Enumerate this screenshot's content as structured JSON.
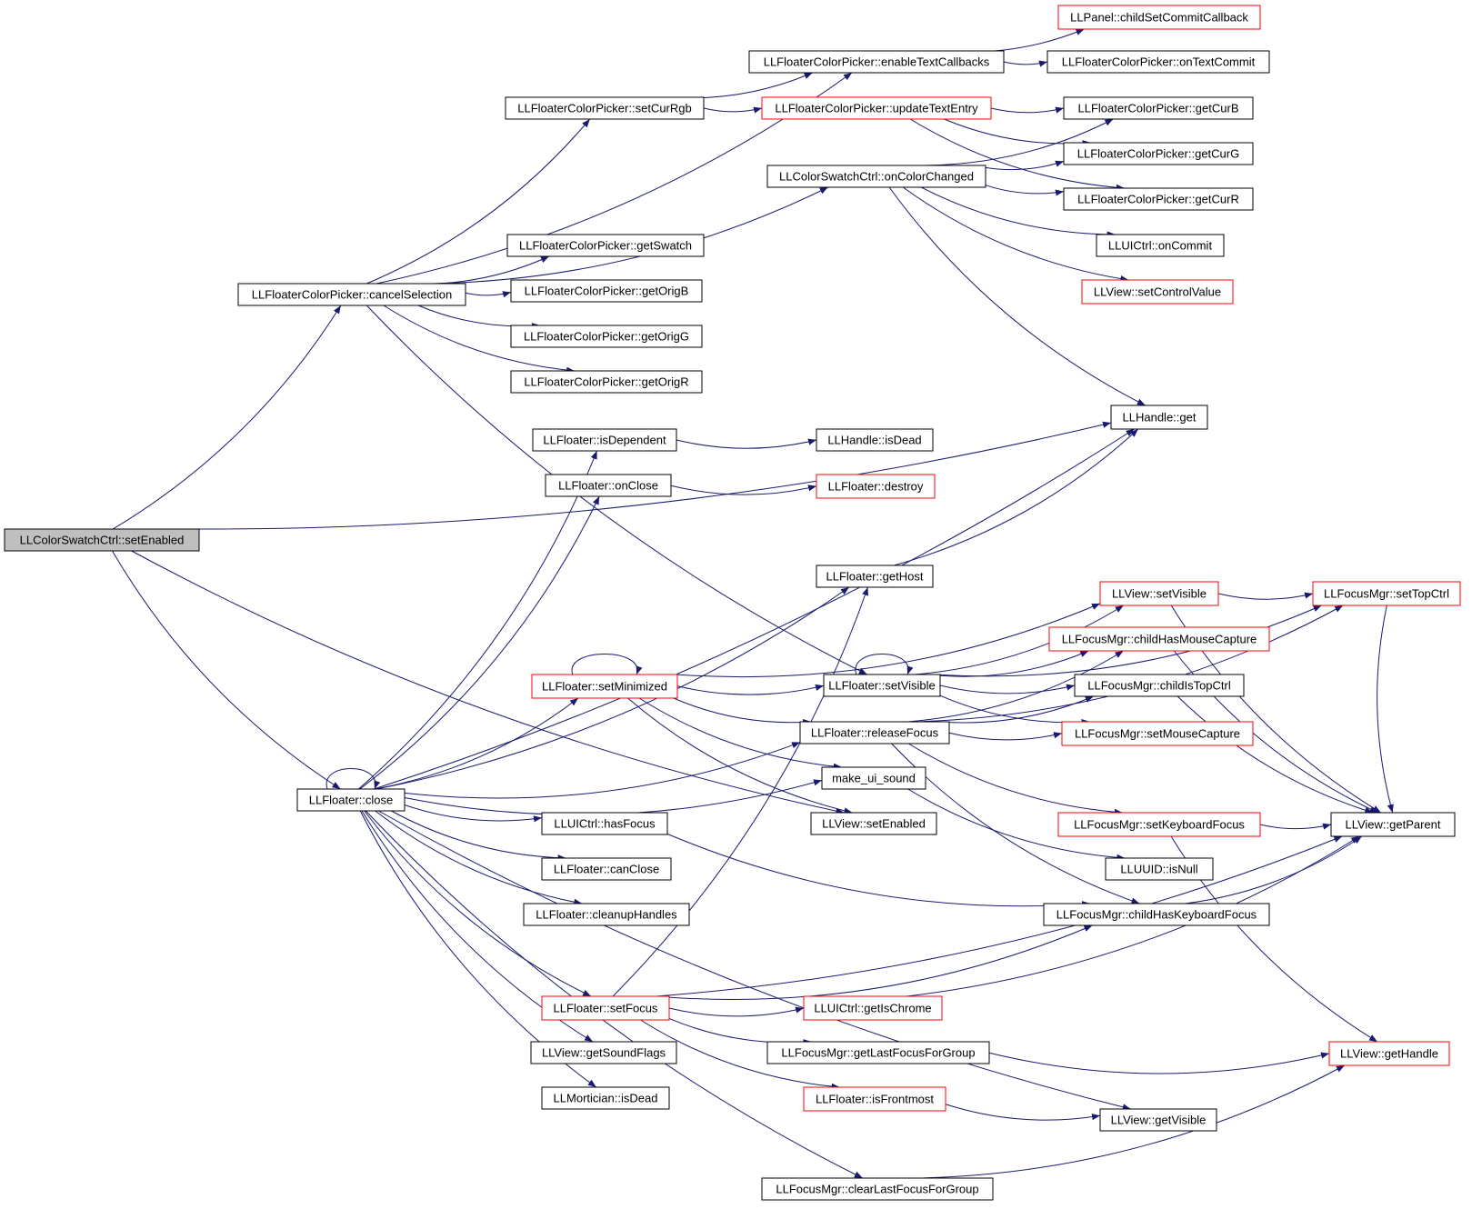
{
  "colors": {
    "edge": "#191970",
    "node_border_normal": "#000000",
    "node_border_truncated": "#ff0000",
    "root_fill": "#bfbfbf",
    "node_fill": "#ffffff"
  },
  "nodes": [
    {
      "id": "setEnabledRoot",
      "label": "LLColorSwatchCtrl::setEnabled",
      "style": "root"
    },
    {
      "id": "cancelSelection",
      "label": "LLFloaterColorPicker::cancelSelection",
      "style": "normal"
    },
    {
      "id": "close",
      "label": "LLFloater::close",
      "style": "normal"
    },
    {
      "id": "childSetCommitCallback",
      "label": "LLPanel::childSetCommitCallback",
      "style": "truncated"
    },
    {
      "id": "enableTextCallbacks",
      "label": "LLFloaterColorPicker::enableTextCallbacks",
      "style": "normal"
    },
    {
      "id": "onTextCommit",
      "label": "LLFloaterColorPicker::onTextCommit",
      "style": "normal"
    },
    {
      "id": "setCurRgb",
      "label": "LLFloaterColorPicker::setCurRgb",
      "style": "normal"
    },
    {
      "id": "updateTextEntry",
      "label": "LLFloaterColorPicker::updateTextEntry",
      "style": "truncated"
    },
    {
      "id": "getCurB",
      "label": "LLFloaterColorPicker::getCurB",
      "style": "normal"
    },
    {
      "id": "getCurG",
      "label": "LLFloaterColorPicker::getCurG",
      "style": "normal"
    },
    {
      "id": "onColorChanged",
      "label": "LLColorSwatchCtrl::onColorChanged",
      "style": "normal"
    },
    {
      "id": "getCurR",
      "label": "LLFloaterColorPicker::getCurR",
      "style": "normal"
    },
    {
      "id": "getSwatch",
      "label": "LLFloaterColorPicker::getSwatch",
      "style": "normal"
    },
    {
      "id": "onCommit",
      "label": "LLUICtrl::onCommit",
      "style": "normal"
    },
    {
      "id": "getOrigB",
      "label": "LLFloaterColorPicker::getOrigB",
      "style": "normal"
    },
    {
      "id": "setControlValue",
      "label": "LLView::setControlValue",
      "style": "truncated"
    },
    {
      "id": "getOrigG",
      "label": "LLFloaterColorPicker::getOrigG",
      "style": "normal"
    },
    {
      "id": "getOrigR",
      "label": "LLFloaterColorPicker::getOrigR",
      "style": "normal"
    },
    {
      "id": "llhandleGet",
      "label": "LLHandle::get",
      "style": "normal"
    },
    {
      "id": "isDependent",
      "label": "LLFloater::isDependent",
      "style": "normal"
    },
    {
      "id": "isDead",
      "label": "LLHandle::isDead",
      "style": "normal"
    },
    {
      "id": "onClose",
      "label": "LLFloater::onClose",
      "style": "normal"
    },
    {
      "id": "destroy",
      "label": "LLFloater::destroy",
      "style": "truncated"
    },
    {
      "id": "getHost",
      "label": "LLFloater::getHost",
      "style": "normal"
    },
    {
      "id": "viewSetVisible",
      "label": "LLView::setVisible",
      "style": "truncated"
    },
    {
      "id": "setTopCtrl",
      "label": "LLFocusMgr::setTopCtrl",
      "style": "truncated"
    },
    {
      "id": "childHasMouseCapture",
      "label": "LLFocusMgr::childHasMouseCapture",
      "style": "truncated"
    },
    {
      "id": "setMinimized",
      "label": "LLFloater::setMinimized",
      "style": "truncated"
    },
    {
      "id": "floaterSetVisible",
      "label": "LLFloater::setVisible",
      "style": "normal"
    },
    {
      "id": "childIsTopCtrl",
      "label": "LLFocusMgr::childIsTopCtrl",
      "style": "normal"
    },
    {
      "id": "releaseFocus",
      "label": "LLFloater::releaseFocus",
      "style": "normal"
    },
    {
      "id": "setMouseCapture",
      "label": "LLFocusMgr::setMouseCapture",
      "style": "truncated"
    },
    {
      "id": "makeUiSound",
      "label": "make_ui_sound",
      "style": "normal"
    },
    {
      "id": "hasFocus",
      "label": "LLUICtrl::hasFocus",
      "style": "normal"
    },
    {
      "id": "viewSetEnabled",
      "label": "LLView::setEnabled",
      "style": "normal"
    },
    {
      "id": "setKeyboardFocus",
      "label": "LLFocusMgr::setKeyboardFocus",
      "style": "truncated"
    },
    {
      "id": "getParent",
      "label": "LLView::getParent",
      "style": "normal"
    },
    {
      "id": "canClose",
      "label": "LLFloater::canClose",
      "style": "normal"
    },
    {
      "id": "isNull",
      "label": "LLUUID::isNull",
      "style": "normal"
    },
    {
      "id": "cleanupHandles",
      "label": "LLFloater::cleanupHandles",
      "style": "normal"
    },
    {
      "id": "childHasKeyboardFocus",
      "label": "LLFocusMgr::childHasKeyboardFocus",
      "style": "normal"
    },
    {
      "id": "setFocus",
      "label": "LLFloater::setFocus",
      "style": "truncated"
    },
    {
      "id": "getIsChrome",
      "label": "LLUICtrl::getIsChrome",
      "style": "truncated"
    },
    {
      "id": "getSoundFlags",
      "label": "LLView::getSoundFlags",
      "style": "normal"
    },
    {
      "id": "getLastFocusForGroup",
      "label": "LLFocusMgr::getLastFocusForGroup",
      "style": "normal"
    },
    {
      "id": "getHandle",
      "label": "LLView::getHandle",
      "style": "truncated"
    },
    {
      "id": "isFrontmost",
      "label": "LLFloater::isFrontmost",
      "style": "truncated"
    },
    {
      "id": "isDeadMortician",
      "label": "LLMortician::isDead",
      "style": "normal"
    },
    {
      "id": "getVisible",
      "label": "LLView::getVisible",
      "style": "normal"
    },
    {
      "id": "clearLastFocusForGroup",
      "label": "LLFocusMgr::clearLastFocusForGroup",
      "style": "normal"
    }
  ],
  "edges": [
    [
      "setEnabledRoot",
      "cancelSelection"
    ],
    [
      "setEnabledRoot",
      "close"
    ],
    [
      "setEnabledRoot",
      "llhandleGet"
    ],
    [
      "setEnabledRoot",
      "viewSetEnabled"
    ],
    [
      "cancelSelection",
      "enableTextCallbacks"
    ],
    [
      "cancelSelection",
      "setCurRgb"
    ],
    [
      "cancelSelection",
      "onColorChanged"
    ],
    [
      "cancelSelection",
      "getSwatch"
    ],
    [
      "cancelSelection",
      "getOrigB"
    ],
    [
      "cancelSelection",
      "getOrigG"
    ],
    [
      "cancelSelection",
      "getOrigR"
    ],
    [
      "cancelSelection",
      "floaterSetVisible"
    ],
    [
      "enableTextCallbacks",
      "childSetCommitCallback"
    ],
    [
      "enableTextCallbacks",
      "onTextCommit"
    ],
    [
      "setCurRgb",
      "enableTextCallbacks"
    ],
    [
      "setCurRgb",
      "updateTextEntry"
    ],
    [
      "updateTextEntry",
      "getCurB"
    ],
    [
      "updateTextEntry",
      "getCurG"
    ],
    [
      "updateTextEntry",
      "getCurR"
    ],
    [
      "onColorChanged",
      "getCurB"
    ],
    [
      "onColorChanged",
      "getCurG"
    ],
    [
      "onColorChanged",
      "getCurR"
    ],
    [
      "onColorChanged",
      "onCommit"
    ],
    [
      "onColorChanged",
      "setControlValue"
    ],
    [
      "onColorChanged",
      "llhandleGet"
    ],
    [
      "isDependent",
      "isDead"
    ],
    [
      "onClose",
      "destroy"
    ],
    [
      "getHost",
      "llhandleGet"
    ],
    [
      "close",
      "close"
    ],
    [
      "close",
      "isDependent"
    ],
    [
      "close",
      "onClose"
    ],
    [
      "close",
      "llhandleGet"
    ],
    [
      "close",
      "getHost"
    ],
    [
      "close",
      "setMinimized"
    ],
    [
      "close",
      "releaseFocus"
    ],
    [
      "close",
      "makeUiSound"
    ],
    [
      "close",
      "hasFocus"
    ],
    [
      "close",
      "canClose"
    ],
    [
      "close",
      "cleanupHandles"
    ],
    [
      "close",
      "setFocus"
    ],
    [
      "close",
      "getSoundFlags"
    ],
    [
      "close",
      "isDeadMortician"
    ],
    [
      "close",
      "getVisible"
    ],
    [
      "close",
      "clearLastFocusForGroup"
    ],
    [
      "setMinimized",
      "setMinimized"
    ],
    [
      "setMinimized",
      "viewSetVisible"
    ],
    [
      "setMinimized",
      "floaterSetVisible"
    ],
    [
      "setMinimized",
      "releaseFocus"
    ],
    [
      "setMinimized",
      "makeUiSound"
    ],
    [
      "setMinimized",
      "viewSetEnabled"
    ],
    [
      "floaterSetVisible",
      "floaterSetVisible"
    ],
    [
      "floaterSetVisible",
      "viewSetVisible"
    ],
    [
      "floaterSetVisible",
      "setTopCtrl"
    ],
    [
      "floaterSetVisible",
      "childHasMouseCapture"
    ],
    [
      "floaterSetVisible",
      "childIsTopCtrl"
    ],
    [
      "floaterSetVisible",
      "setMouseCapture"
    ],
    [
      "viewSetVisible",
      "setTopCtrl"
    ],
    [
      "viewSetVisible",
      "getParent"
    ],
    [
      "setTopCtrl",
      "getParent"
    ],
    [
      "childHasMouseCapture",
      "getParent"
    ],
    [
      "childIsTopCtrl",
      "getParent"
    ],
    [
      "releaseFocus",
      "childHasMouseCapture"
    ],
    [
      "releaseFocus",
      "childIsTopCtrl"
    ],
    [
      "releaseFocus",
      "setMouseCapture"
    ],
    [
      "releaseFocus",
      "setTopCtrl"
    ],
    [
      "releaseFocus",
      "setKeyboardFocus"
    ],
    [
      "releaseFocus",
      "childHasKeyboardFocus"
    ],
    [
      "makeUiSound",
      "isNull"
    ],
    [
      "hasFocus",
      "childHasKeyboardFocus"
    ],
    [
      "setKeyboardFocus",
      "getParent"
    ],
    [
      "setKeyboardFocus",
      "getHandle"
    ],
    [
      "childHasKeyboardFocus",
      "getParent"
    ],
    [
      "setFocus",
      "getHost"
    ],
    [
      "setFocus",
      "childHasKeyboardFocus"
    ],
    [
      "setFocus",
      "getParent"
    ],
    [
      "setFocus",
      "getIsChrome"
    ],
    [
      "setFocus",
      "getLastFocusForGroup"
    ],
    [
      "setFocus",
      "isFrontmost"
    ],
    [
      "getIsChrome",
      "getParent"
    ],
    [
      "getLastFocusForGroup",
      "getHandle"
    ],
    [
      "isFrontmost",
      "getVisible"
    ],
    [
      "clearLastFocusForGroup",
      "getHandle"
    ]
  ]
}
